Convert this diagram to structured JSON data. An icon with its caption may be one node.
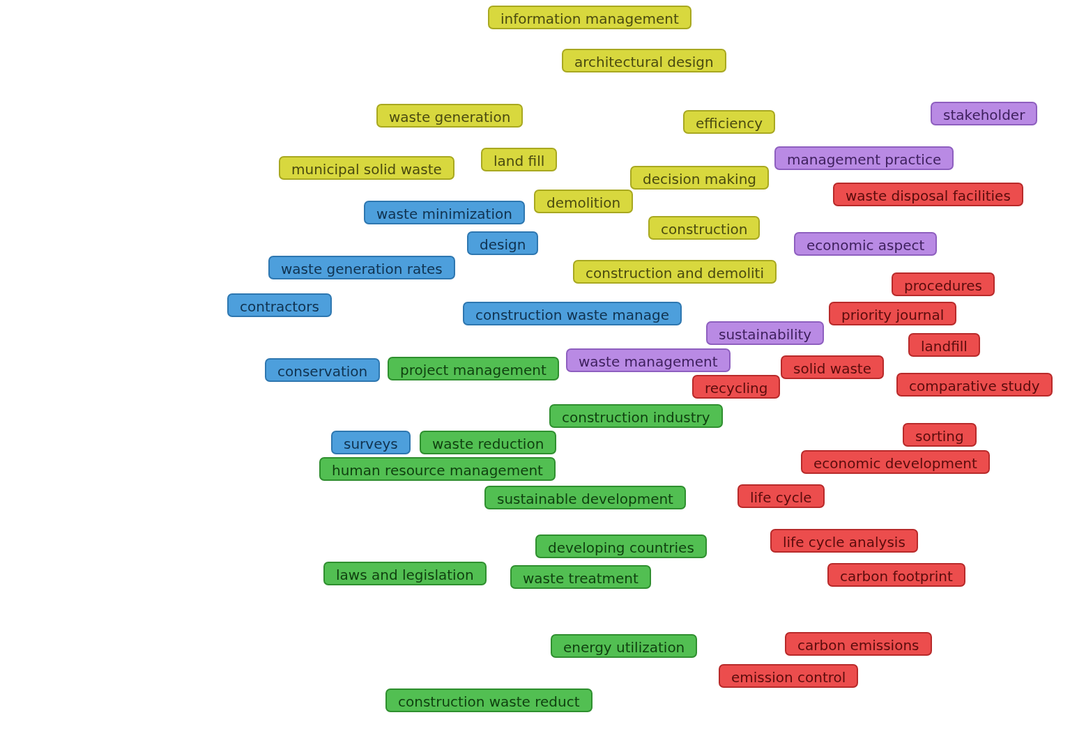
{
  "diagram": {
    "nodes": [
      {
        "text": [
          "information management"
        ]
      },
      {
        "text": [
          "architectural design"
        ]
      },
      {
        "text": [
          "waste generation"
        ]
      },
      {
        "text": [
          "stakeholder"
        ]
      },
      {
        "text": [
          "efficiency"
        ]
      },
      {
        "text": [
          "management practice"
        ]
      },
      {
        "text": [
          "municipal solid waste"
        ]
      },
      {
        "text": [
          "land fill"
        ]
      },
      {
        "text": [
          "decision making"
        ]
      },
      {
        "text": [
          "waste disposal facilities"
        ]
      },
      {
        "text": [
          "demolition"
        ]
      },
      {
        "text": [
          "waste minimization"
        ]
      },
      {
        "text": [
          "construction"
        ]
      },
      {
        "text": [
          "design"
        ]
      },
      {
        "text": [
          "economic aspect"
        ]
      },
      {
        "text": [
          "waste generation rates"
        ]
      },
      {
        "text": [
          "construction and demoliti"
        ]
      },
      {
        "text": [
          "procedures"
        ]
      },
      {
        "text": [
          "contractors"
        ]
      },
      {
        "text": [
          "construction waste manage"
        ]
      },
      {
        "text": [
          "priority journal"
        ]
      },
      {
        "text": [
          "sustainability"
        ]
      },
      {
        "text": [
          "landfill"
        ]
      },
      {
        "text": [
          "conservation"
        ]
      },
      {
        "text": [
          "project management"
        ]
      },
      {
        "text": [
          "waste management"
        ]
      },
      {
        "text": [
          "solid waste"
        ]
      },
      {
        "text": [
          "recycling"
        ]
      },
      {
        "text": [
          "comparative study"
        ]
      },
      {
        "text": [
          "construction industry"
        ]
      },
      {
        "text": [
          "sorting"
        ]
      },
      {
        "text": [
          "surveys"
        ]
      },
      {
        "text": [
          "waste reduction"
        ]
      },
      {
        "text": [
          "economic development"
        ]
      },
      {
        "text": [
          "human resource management"
        ]
      },
      {
        "text": [
          "life cycle"
        ]
      },
      {
        "text": [
          "sustainable development"
        ]
      },
      {
        "text": [
          "life cycle analysis"
        ]
      },
      {
        "text": [
          "developing countries"
        ]
      },
      {
        "text": [
          "laws and legislation"
        ]
      },
      {
        "text": [
          "waste treatment"
        ]
      },
      {
        "text": [
          "carbon footprint"
        ]
      },
      {
        "text": [
          "energy utilization"
        ]
      },
      {
        "text": [
          "carbon emissions"
        ]
      },
      {
        "text": [
          "emission control"
        ]
      },
      {
        "text": [
          "construction waste reduct"
        ]
      }
    ]
  }
}
